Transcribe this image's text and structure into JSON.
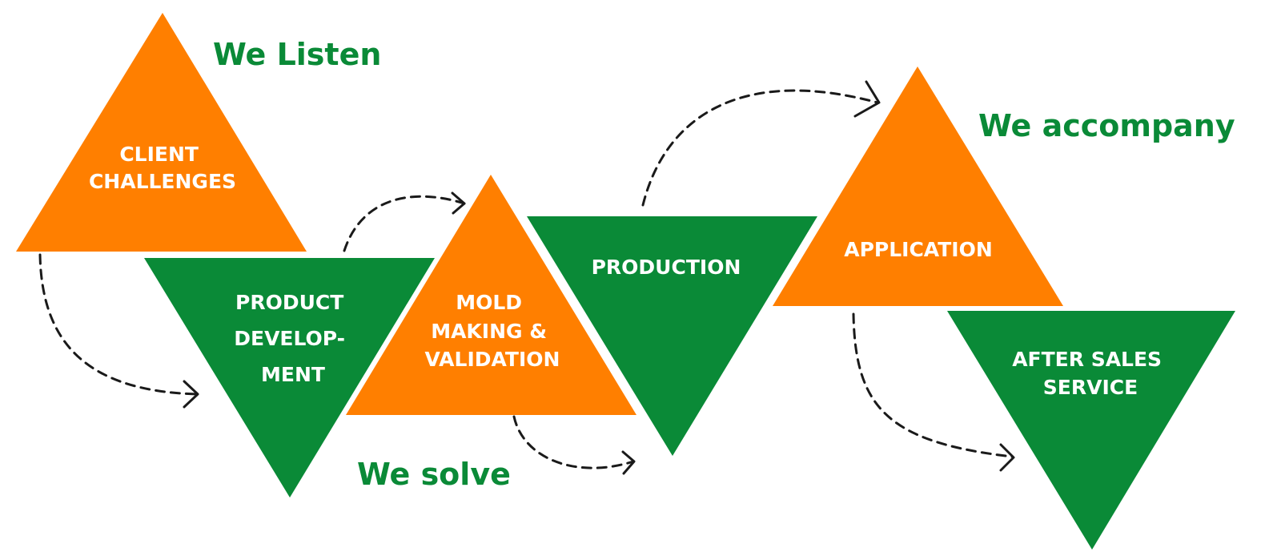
{
  "colors": {
    "orange": "#ff7f00",
    "green": "#0a8a37",
    "arrow": "#1a1a1a"
  },
  "phases": {
    "listen": "We Listen",
    "solve": "We solve",
    "accompany": "We accompany"
  },
  "steps": {
    "client_challenges": [
      "CLIENT",
      "CHALLENGES"
    ],
    "product_development": [
      "PRODUCT",
      "DEVELOP-",
      "MENT"
    ],
    "mold_making": [
      "MOLD",
      "MAKING &",
      "VALIDATION"
    ],
    "production": [
      "PRODUCTION"
    ],
    "application": [
      "APPLICATION"
    ],
    "after_sales": [
      "AFTER SALES",
      "SERVICE"
    ]
  }
}
